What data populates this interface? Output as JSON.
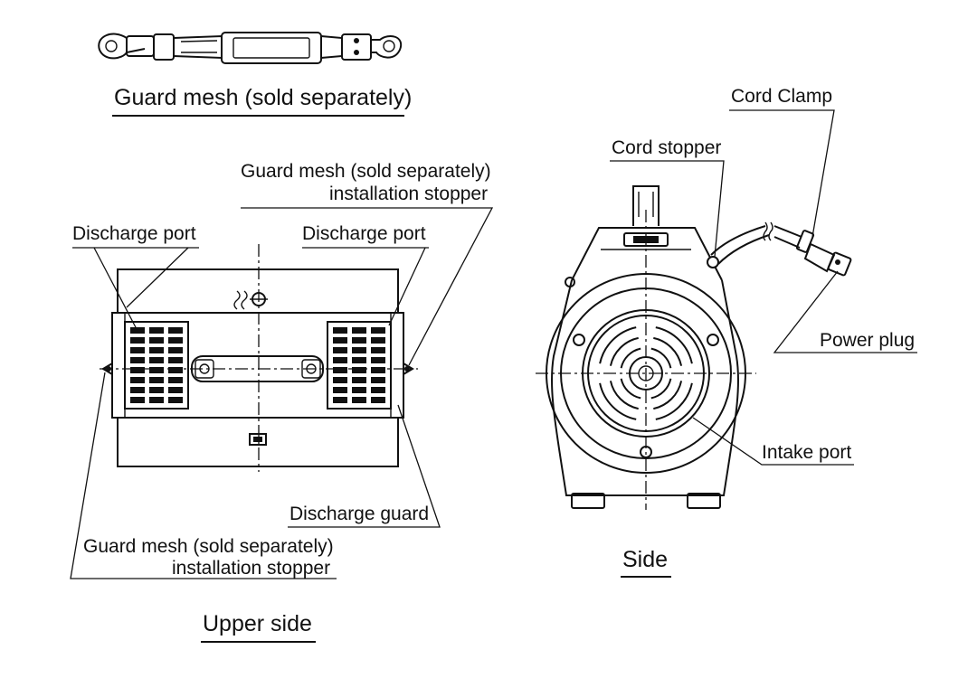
{
  "titles": {
    "guard_mesh": "Guard mesh (sold separately)",
    "upper_side": "Upper side",
    "side": "Side"
  },
  "labels": {
    "stopper_top_line1": "Guard mesh (sold separately)",
    "stopper_top_line2": "installation stopper",
    "discharge_port_left": "Discharge port",
    "discharge_port_right": "Discharge port",
    "discharge_guard": "Discharge guard",
    "stopper_bottom_line1": "Guard mesh (sold separately)",
    "stopper_bottom_line2": "installation stopper",
    "cord_clamp": "Cord Clamp",
    "cord_stopper": "Cord stopper",
    "power_plug": "Power plug",
    "intake_port": "Intake port"
  }
}
